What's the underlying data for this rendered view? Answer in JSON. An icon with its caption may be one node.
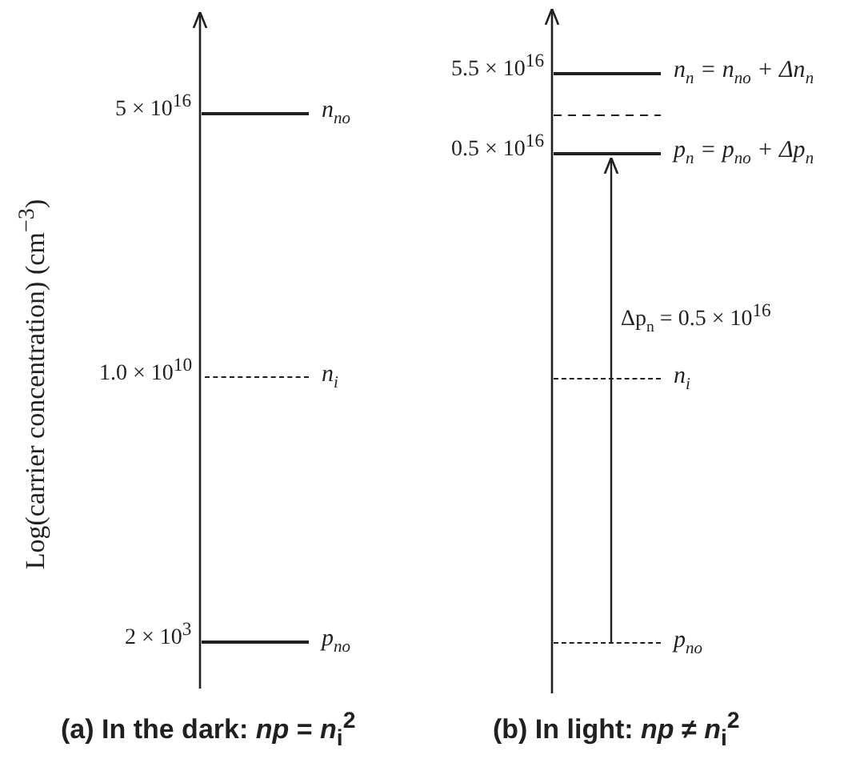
{
  "diagram": {
    "nodes": [
      {
        "text": [
          "n$_{no}$"
        ]
      },
      {
        "text": [
          "n$_{i}$"
        ]
      },
      {
        "text": [
          "p$_{no}$"
        ]
      },
      {
        "text": [
          "n$_{n}$ = n$_{no}$ + Δn$_{n}$"
        ]
      },
      {
        "text": [
          "p$_{n}$ = p$_{no}$ + Δp$_{n}$"
        ]
      },
      {
        "text": [
          "n$_{i}$"
        ]
      },
      {
        "text": [
          "p$_{no}$"
        ]
      }
    ],
    "edges": [
      {
        "from": 6,
        "to": 4,
        "arrow": "to",
        "label": "Δp$_{n}$ = 0.5 × 10$^{16}$"
      }
    ],
    "labels": [
      "Log(carrier concentration) (cm$^{−3}$)",
      "5 × 10$^{16}$",
      "1.0 × 10$^{10}$",
      "2 × 10$^{3}$",
      "5.5 × 10$^{16}$",
      "0.5 × 10$^{16}$",
      "(a) In the dark: *np* = *n*$_{i}$$^{2}$",
      "(b) In light: *np* ≠ *n*$_{i}$$^{2}$"
    ]
  }
}
